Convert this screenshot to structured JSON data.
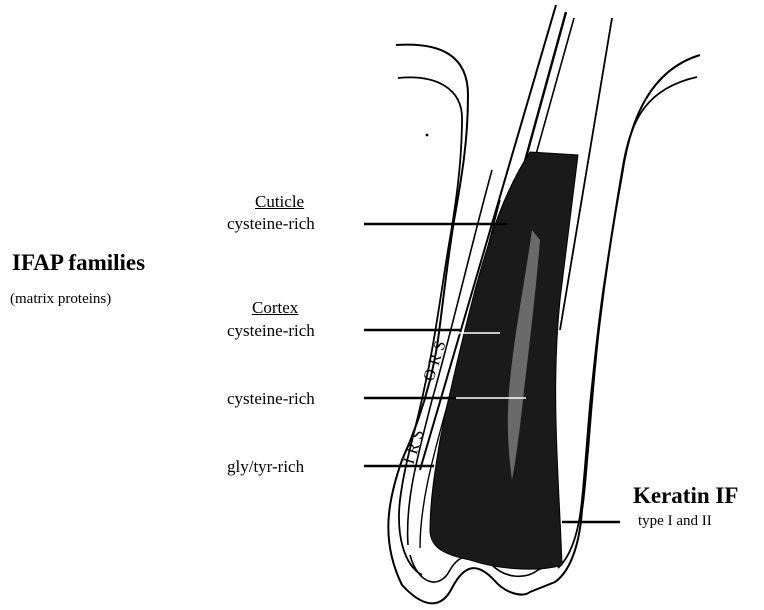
{
  "left_group": {
    "title": "IFAP families",
    "subtitle": "(matrix proteins)"
  },
  "labels": {
    "cuticle_heading": "Cuticle",
    "cuticle_item": "cysteine-rich",
    "cortex_heading": "Cortex",
    "cortex_item_1": "cysteine-rich",
    "cortex_item_2": "cysteine-rich",
    "cortex_item_3": "gly/tyr-rich"
  },
  "right_group": {
    "title": "Keratin IF",
    "subtitle": "type I and II"
  },
  "sheath_labels": {
    "outer": "ORS",
    "inner": "IRS"
  },
  "colors": {
    "ink": "#000000",
    "dark_fill": "#1a1a1a",
    "mid_fill": "#6a6a6a",
    "background": "#ffffff"
  }
}
